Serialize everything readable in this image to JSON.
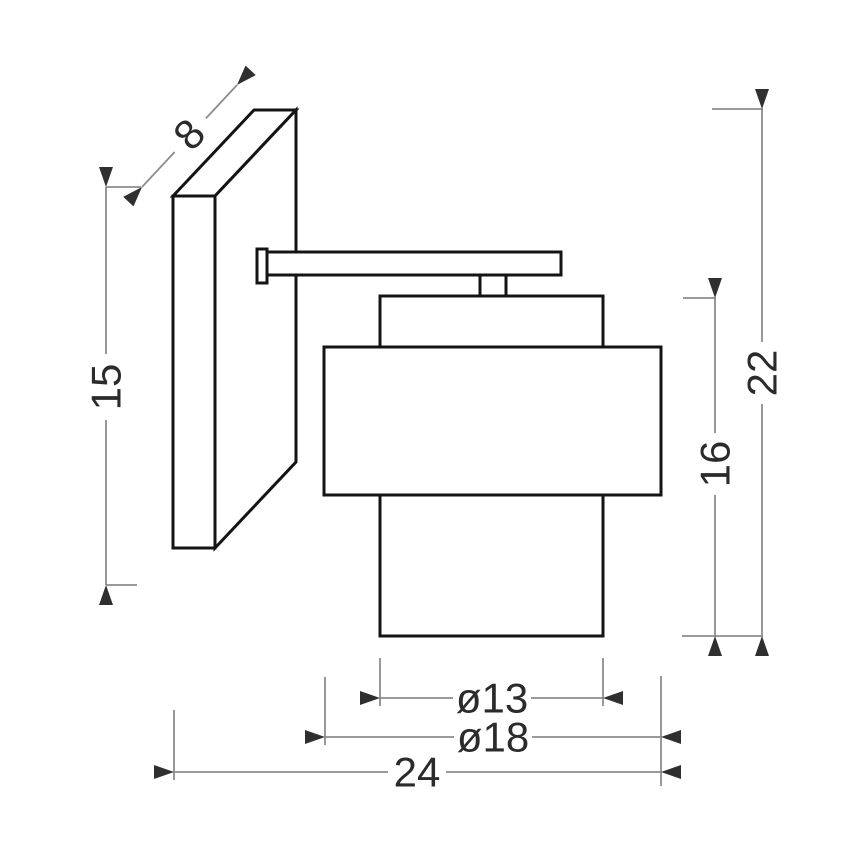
{
  "drawing": {
    "type": "technical-dimension-drawing",
    "subject": "wall-mounted lamp side view",
    "colors": {
      "background": "#ffffff",
      "object_line": "#141414",
      "dimension_line": "#8c8c8c",
      "arrow": "#2f2f2f",
      "label_text": "#2b2b2b"
    },
    "dimensions": {
      "plate_depth": "8",
      "plate_height": "15",
      "shade_height": "16",
      "total_height": "22",
      "inner_diameter": "ø13",
      "outer_diameter": "ø18",
      "total_depth": "24"
    }
  }
}
